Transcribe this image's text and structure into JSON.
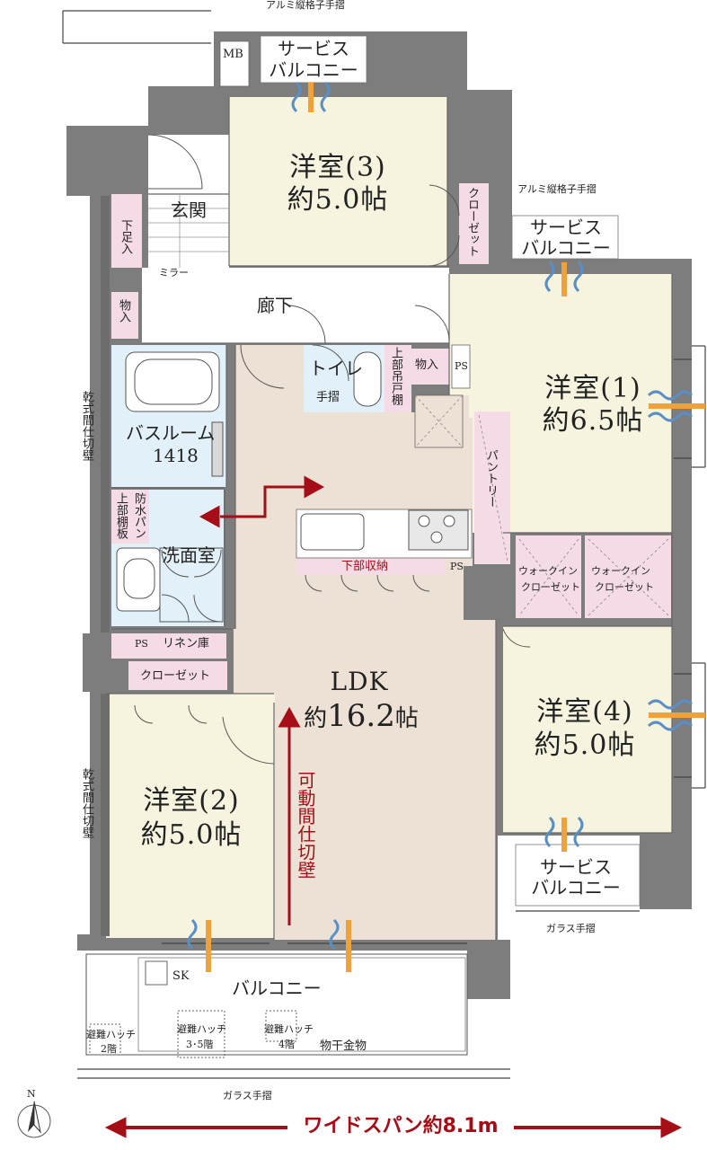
{
  "top_labels": {
    "aluminum_rail_top": "アルミ縦格子手摺",
    "aluminum_rail_right": "アルミ縦格子手摺",
    "glass_rail_right": "ガラス手摺",
    "glass_rail_bottom": "ガラス手摺"
  },
  "rooms": {
    "western3": {
      "name": "洋室(3)",
      "size": "約5.0帖"
    },
    "western1": {
      "name": "洋室(1)",
      "size": "約6.5帖"
    },
    "western2": {
      "name": "洋室(2)",
      "size": "約5.0帖"
    },
    "western4": {
      "name": "洋室(4)",
      "size": "約5.0帖"
    },
    "ldk": {
      "name": "LDK",
      "size_prefix": "約",
      "size_num": "16.2",
      "size_suffix": "帖"
    },
    "entrance": "玄関",
    "corridor": "廊下",
    "bath": {
      "name": "バスルーム",
      "code": "1418"
    },
    "washroom": "洗面室",
    "toilet": "トイレ",
    "handrail": "手摺"
  },
  "service_balconies": {
    "top": [
      "サービス",
      "バルコニー"
    ],
    "right": [
      "サービス",
      "バルコニー"
    ],
    "bottom": [
      "サービス",
      "バルコニー"
    ]
  },
  "fixtures": {
    "mb": "MB",
    "mirror": "ミラー",
    "shoe_box": "下足入",
    "storage1": "物入",
    "storage2": "物入",
    "closet_w3": "クローゼット",
    "closet_w2": "クローゼット",
    "upper_shelf_toilet": "上部吊戸棚",
    "ps1": "PS",
    "ps2": "PS",
    "ps3": "PS",
    "pantry": "パントリー",
    "lower_storage": "下部収納",
    "walkin1": [
      "ウォークイン",
      "クローゼット"
    ],
    "walkin2": [
      "ウォークイン",
      "クローゼット"
    ],
    "waterproof_pan": "防水パン",
    "upper_shelf_wash": "上部棚板",
    "linen": "リネン庫",
    "partition_wall_1": "乾式間仕切壁",
    "partition_wall_2": "乾式間仕切壁",
    "movable_partition": "可動間仕切壁"
  },
  "balcony": {
    "name": "バルコニー",
    "sk": "SK",
    "hatch1": [
      "避難ハッチ",
      "2階"
    ],
    "hatch2": [
      "避難ハッチ",
      "3･5階"
    ],
    "hatch3": [
      "避難ハッチ",
      "4階"
    ],
    "drying_hardware": "物干金物"
  },
  "compass": {
    "north": "N"
  },
  "span": {
    "text": "ワイドスパン約8.1m"
  },
  "colors": {
    "wall": "#7d7d7d",
    "room_cream": "#f6f3df",
    "ldk_beige": "#ece1d4",
    "wet_blue": "#e2f1f9",
    "pink": "#f5dbe6",
    "accent_red": "#a50e16",
    "airflow_orange": "#f0a23a",
    "airflow_blue": "#5a8fc6"
  }
}
